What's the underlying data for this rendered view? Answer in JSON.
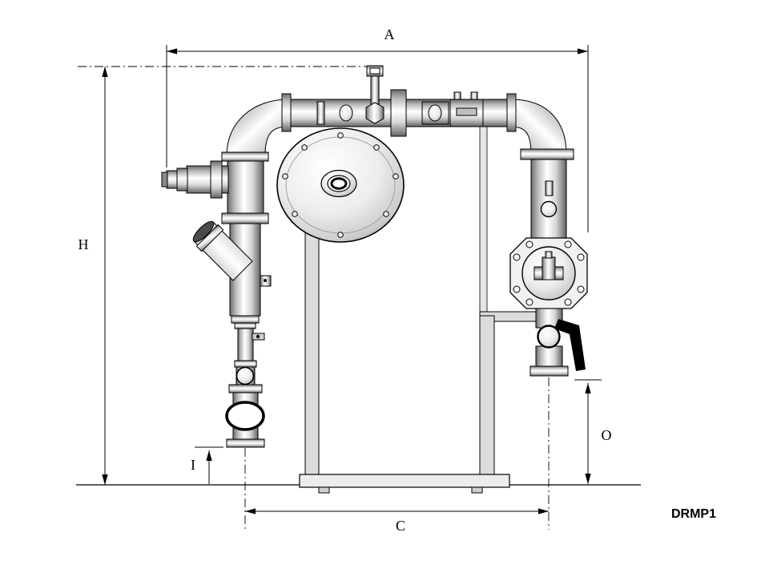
{
  "drawing": {
    "dimension_labels": {
      "a": "A",
      "h": "H",
      "i": "I",
      "c": "C",
      "o": "O"
    },
    "model_code": "DRMP1",
    "colors": {
      "background": "#ffffff",
      "line": "#000000",
      "metal_light": "#ffffff",
      "metal_dark": "#666666",
      "frame_gray": "#dcdcdc"
    }
  }
}
